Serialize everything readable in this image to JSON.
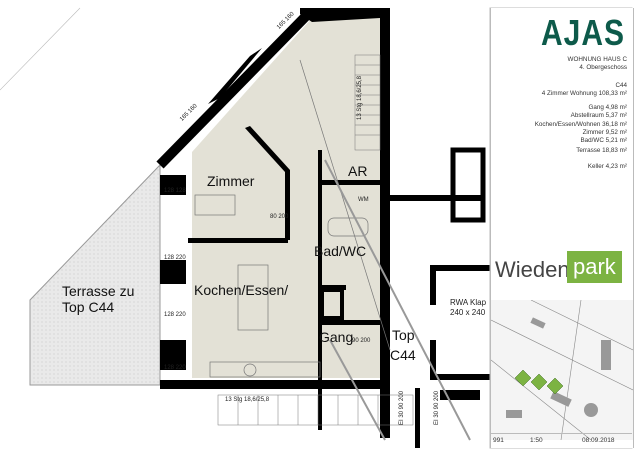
{
  "brand": {
    "logo": "AJAS"
  },
  "info": {
    "building": "WOHNUNG HAUS C",
    "floor": "4. Obergeschoss",
    "unit": "C44",
    "type_area": "4 Zimmer Wohnung 108,33 m²",
    "rooms": [
      "Gang 4,98 m²",
      "Abstellraum 5,37 m²",
      "Kochen/Essen/Wohnen 36,18 m²",
      "Zimmer 9,52 m²",
      "Bad/WC 5,21 m²"
    ],
    "terrace": "Terrasse 18,83 m²",
    "cellar": "Keller 4,23 m²"
  },
  "project_logo": {
    "word1": "Wieden",
    "word2": "park",
    "accent": "#7cb342"
  },
  "footer": {
    "plan_no": "991",
    "scale": "1:50",
    "date": "08.09.2018"
  },
  "labels": {
    "zimmer": "Zimmer",
    "ar": "AR",
    "wm": "WM",
    "bad": "Bad/WC",
    "kochen": "Kochen/Essen/",
    "gang": "Gang",
    "top": "Top",
    "top_unit": "C44",
    "terrace_1": "Terrasse zu",
    "terrace_2": "Top C44",
    "rwa_1": "RWA Klap",
    "rwa_2": "240 x 240"
  },
  "dims": {
    "stair_top": "13 Stg 18,6/25,8",
    "stair_bottom": "13 Stg 18,6/25,8",
    "door_zimmer": "80 200",
    "door_90": "90 200",
    "win_1": "128 128",
    "win_2": "128 220",
    "win_3": "128 220",
    "win_4": "128 220",
    "ei30_1": "EI 30 90 200",
    "ei30_2": "EI 30 90 200",
    "top_win_1": "165 160",
    "top_win_2": "165 160"
  },
  "colors": {
    "floor": "#e3e1d6",
    "wall": "#000000",
    "logo": "#0d5a4a"
  }
}
